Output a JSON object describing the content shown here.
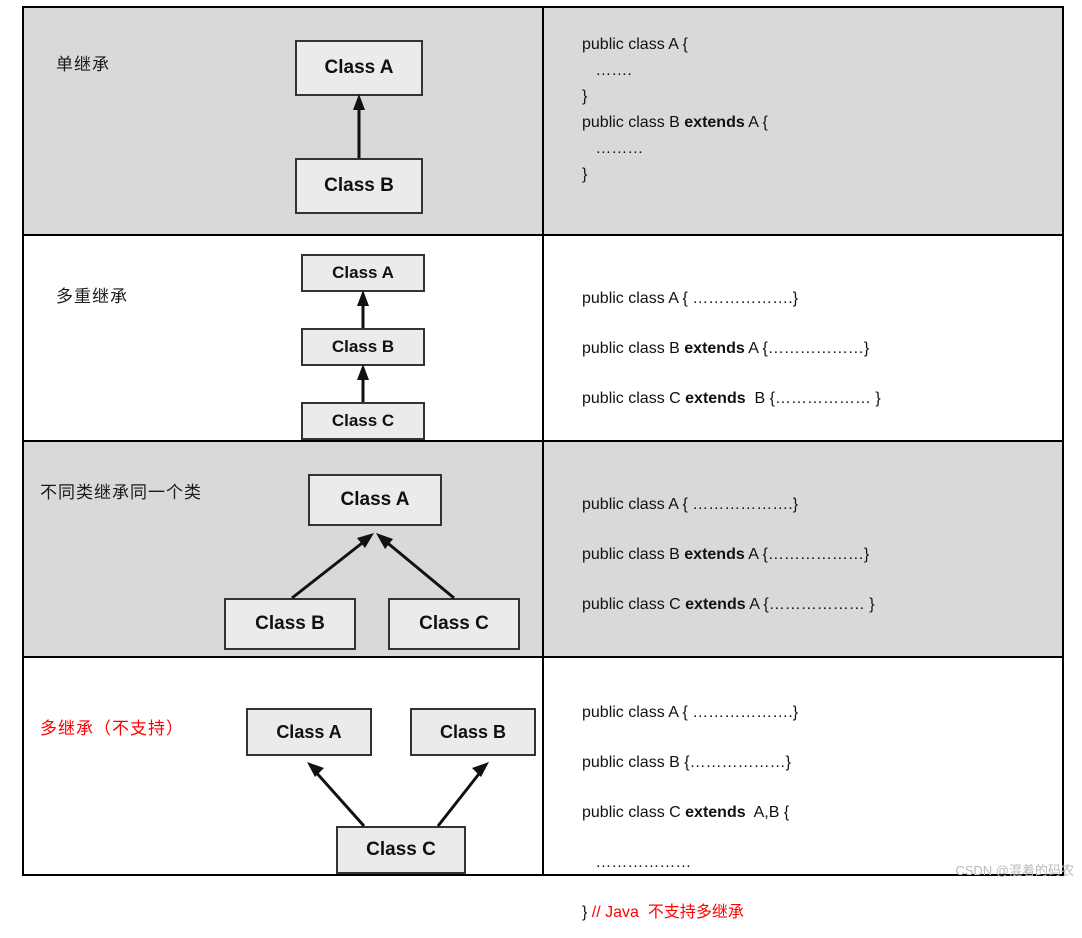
{
  "rows": [
    {
      "label": "单继承",
      "boxes": [
        {
          "text": "Class A"
        },
        {
          "text": "Class B"
        }
      ],
      "code_lines": [
        {
          "parts": [
            {
              "t": "public class A {",
              "b": false
            }
          ]
        },
        {
          "parts": [
            {
              "t": "   …….",
              "b": false
            }
          ]
        },
        {
          "parts": [
            {
              "t": "}",
              "b": false
            }
          ]
        },
        {
          "parts": [
            {
              "t": "public class B ",
              "b": false
            },
            {
              "t": "extends",
              "b": true
            },
            {
              "t": " A {",
              "b": false
            }
          ]
        },
        {
          "parts": [
            {
              "t": "   ………",
              "b": false
            }
          ]
        },
        {
          "parts": [
            {
              "t": "}",
              "b": false
            }
          ]
        }
      ]
    },
    {
      "label": "多重继承",
      "boxes": [
        {
          "text": "Class A"
        },
        {
          "text": "Class B"
        },
        {
          "text": "Class C"
        }
      ],
      "code_lines": [
        {
          "parts": [
            {
              "t": "public class A { ……………….}",
              "b": false
            }
          ]
        },
        {
          "parts": [
            {
              "t": "public class B ",
              "b": false
            },
            {
              "t": "extends",
              "b": true
            },
            {
              "t": " A {………………}",
              "b": false
            }
          ]
        },
        {
          "parts": [
            {
              "t": "public class C ",
              "b": false
            },
            {
              "t": "extends",
              "b": true
            },
            {
              "t": "  B {……………… }",
              "b": false
            }
          ]
        }
      ]
    },
    {
      "label": "不同类继承同一个类",
      "boxes": [
        {
          "text": "Class A"
        },
        {
          "text": "Class B"
        },
        {
          "text": "Class C"
        }
      ],
      "code_lines": [
        {
          "parts": [
            {
              "t": "public class A { ……………….}",
              "b": false
            }
          ]
        },
        {
          "parts": [
            {
              "t": "public class B ",
              "b": false
            },
            {
              "t": "extends",
              "b": true
            },
            {
              "t": " A {………………}",
              "b": false
            }
          ]
        },
        {
          "parts": [
            {
              "t": "public class C ",
              "b": false
            },
            {
              "t": "extends",
              "b": true
            },
            {
              "t": " A {……………… }",
              "b": false
            }
          ]
        }
      ]
    },
    {
      "label": "多继承（不支持）",
      "boxes": [
        {
          "text": "Class A"
        },
        {
          "text": "Class B"
        },
        {
          "text": "Class C"
        }
      ],
      "code_lines": [
        {
          "parts": [
            {
              "t": "public class A { ……………….}",
              "b": false
            }
          ]
        },
        {
          "parts": [
            {
              "t": "public class B {………………}",
              "b": false
            }
          ]
        },
        {
          "parts": [
            {
              "t": "public class C ",
              "b": false
            },
            {
              "t": "extends",
              "b": true
            },
            {
              "t": "  A,B {",
              "b": false
            }
          ]
        },
        {
          "parts": [
            {
              "t": "   ………………",
              "b": false
            }
          ]
        },
        {
          "parts": [
            {
              "t": "} ",
              "b": false
            },
            {
              "t": "// Java  不支持多继承",
              "b": false,
              "c": "red"
            }
          ]
        }
      ]
    }
  ],
  "watermark": "CSDN @混着的码农",
  "colors": {
    "row_shade": "#d9d9d9",
    "box_fill": "#ebebeb",
    "border": "#000000",
    "accent_red": "#ff0000"
  }
}
